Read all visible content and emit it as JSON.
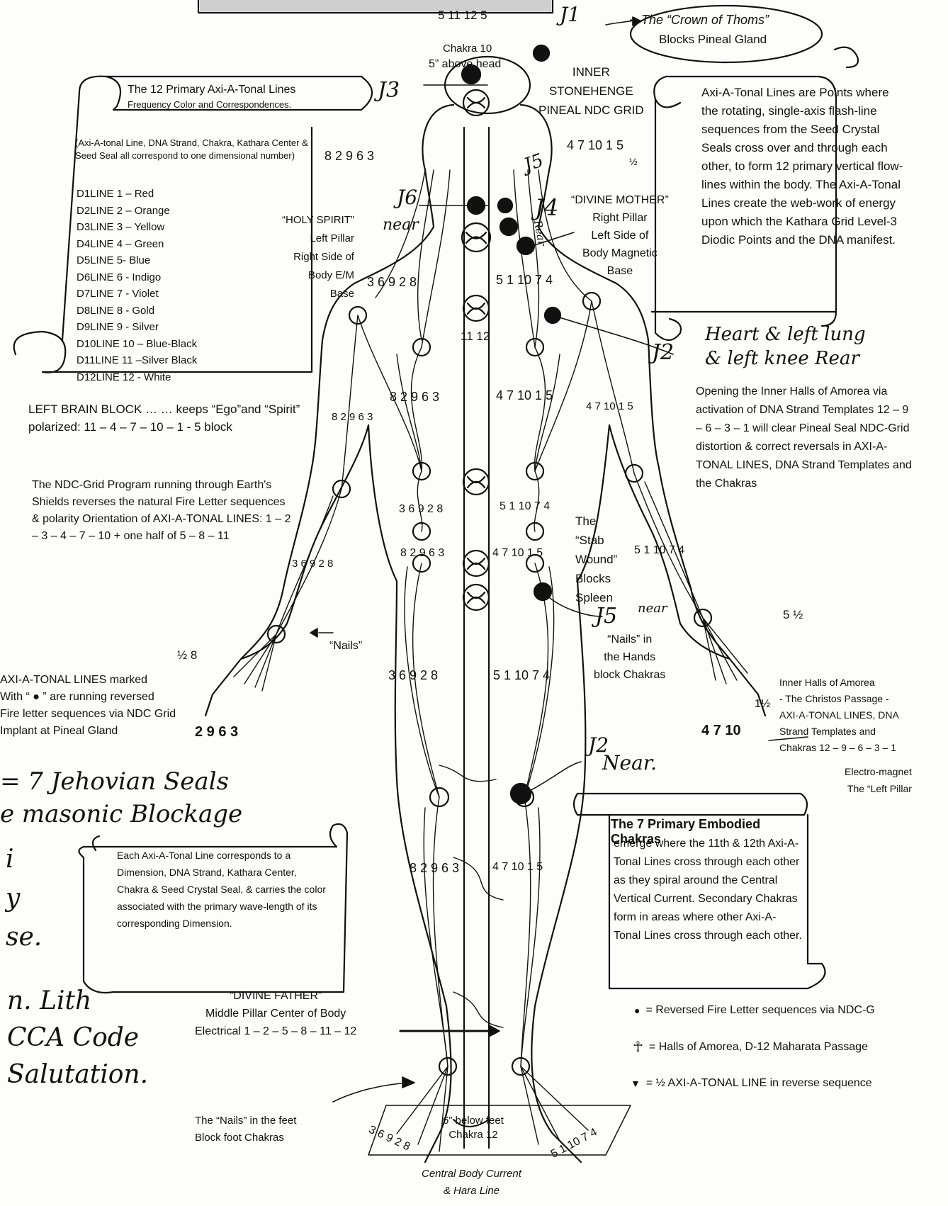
{
  "top": {
    "crown_title": "The “Crown of Thoms”",
    "crown_sub": "Blocks Pineal Gland",
    "chakra10": "Chakra 10",
    "above_head": "5” above head",
    "inner_stonehenge": "INNER\nSTONEHENGE\nPINEAL NDC GRID"
  },
  "lines_box": {
    "title": "The 12 Primary Axi-A-Tonal Lines",
    "subtitle": "Frequency Color and Correspondences.",
    "intro": "(Axi-A-tonal Line, DNA Strand, Chakra, Kathara Center & Seed Seal all correspond to one dimensional number)",
    "items": [
      "D1LINE 1 – Red",
      "D2LINE 2 – Orange",
      "D3LINE 3 – Yellow",
      "D4LINE 4 – Green",
      "D5LINE 5- Blue",
      "D6LINE 6 - Indigo",
      "D7LINE 7 - Violet",
      "D8LINE 8 - Gold",
      "D9LINE 9 - Silver",
      "D10LINE 10 – Blue-Black",
      "D11LINE 11 –Silver Black",
      "D12LINE 12 - White"
    ]
  },
  "right_box": {
    "text": "Axi-A-Tonal Lines are Points where the rotating, single-axis flash-line sequences from the Seed Crystal Seals cross over and through each other, to form 12 primary vertical flow-lines within the body. The Axi-A-Tonal Lines create the web-work of energy upon which the Kathara Grid Level-3 Diodic Points and the DNA manifest."
  },
  "pillars": {
    "holy_spirit": "“HOLY SPIRIT”\nLeft Pillar\nRight Side of\nBody E/M\nBase",
    "divine_mother": "“DIVINE MOTHER”\nRight Pillar\nLeft Side of\nBody Magnetic\nBase",
    "divine_father": "“DIVINE FATHER”\nMiddle Pillar Center of Body\nElectrical 1 – 2 – 5 – 8 – 11 – 12"
  },
  "notes": {
    "left_brain": "LEFT BRAIN BLOCK … … keeps “Ego”and “Spirit” polarized: 11 – 4 – 7 – 10 – 1 - 5 block",
    "ndc_grid": "The NDC-Grid Program running through Earth's Shields reverses the natural Fire Letter sequences & polarity Orientation of AXI-A-TONAL LINES: 1 – 2 – 3 – 4 – 7 – 10 + one half of 5 – 8 – 11",
    "opening": "Opening the Inner Halls of Amorea via activation of DNA Strand Templates 12 – 9 – 6 – 3 – 1 will clear Pineal Seal NDC-Grid distortion & correct reversals in AXI-A-TONAL LINES, DNA Strand Templates and the Chakras",
    "stab_wound": "The\n“Stab\nWound”\nBlocks\nSpleen",
    "nails_label": "“Nails”",
    "nails_hands": "“Nails” in\nthe Hands\nblock Chakras",
    "reversed_lines": "AXI-A-TONAL LINES marked\nWith “ ● ” are running reversed\nFire letter sequences via NDC Grid\nImplant at Pineal Gland",
    "inner_halls": "Inner Halls of Amorea\n- The Christos Passage -\nAXI-A-TONAL LINES, DNA\nStrand Templates and\nChakras 12 – 9 – 6 – 3 – 1",
    "electro": "Electro-magnet\nThe “Left Pillar",
    "nails_feet": "The “Nails” in the feet\nBlock foot Chakras",
    "below_feet": "6” below feet\nChakra 12",
    "central_current": "Central Body Current\n& Hara Line"
  },
  "each_box": {
    "text": "Each Axi-A-Tonal Line corresponds to a Dimension, DNA Strand, Kathara Center, Chakra & Seed Crystal Seal, & carries the color associated with the primary wave-length of its corresponding Dimension."
  },
  "chakras_box": {
    "title": "The 7 Primary Embodied Chakras",
    "text": "emerge where the 11th & 12th Axi-A-Tonal Lines cross through each other as they spiral around the Central Vertical Current. Secondary Chakras form in areas where other Axi-A-Tonal Lines cross through each other."
  },
  "legend": [
    {
      "symbol": "●",
      "text": "= Reversed Fire Letter sequences via NDC-G"
    },
    {
      "symbol": "☥",
      "text": "= Halls of Amorea, D-12 Maharata Passage"
    },
    {
      "symbol": "▼",
      "text": "= ½ AXI-A-TONAL LINE in reverse sequence"
    }
  ],
  "handwriting": {
    "j1": "J1",
    "j3": "J3",
    "j6": "J6",
    "j6_near": "near",
    "j4": "J4",
    "j5_top": "J5",
    "rear": "Rear",
    "j2_top": "J2",
    "heart_note": "Heart & left lung\n& left knee Rear",
    "j5": "J5",
    "j5_near": "near",
    "j2": "J2",
    "j2_near": "Near.",
    "jehovian": "= 7 Jehovian Seals\ne masonic Blockage",
    "left_frag": "i\ny\nse.",
    "bottom_left": "n. Lith\nCCA Code\nSalutation."
  },
  "numbers": {
    "head_row": "5 11 12 5",
    "neck_left": "8 2 9 6 3",
    "neck_right": "4 7 10 1 5",
    "shoulder_left": "3 6 9 2 8",
    "shoulder_right": "5 1 10 7 4",
    "sternum": "11 12",
    "chest_left": "8 2 9 6 3",
    "chest_right": "4 7 10 1 5",
    "arm_left": "8 2 9 6 3",
    "arm_right": "4 7 10 1 5",
    "abdomen_left": "3 6 9 2 8",
    "abdomen_right": "5 1 10 7 4",
    "pelvis_left": "8 2 9 6 3",
    "pelvis_right": "4 7 10 1 5",
    "forearm_left": "3 6 9 2 8",
    "forearm_right": "5 1 10 7 4",
    "thigh_left": "3 6 9 2 8",
    "thigh_right": "5 1 10 7 4",
    "hand_left": "2 9 6 3",
    "hand_right": "4 7 10",
    "shin_left": "8 2 9 6 3",
    "shin_right": "4 7 10 1 5",
    "hand_half_left": "½ 8",
    "hand_half_right": "5 ½",
    "hand_right_extra": "1½",
    "neck_half": "½",
    "feet_left": "3 6 9 2 8",
    "feet_right": "5 1 10 7 4"
  }
}
